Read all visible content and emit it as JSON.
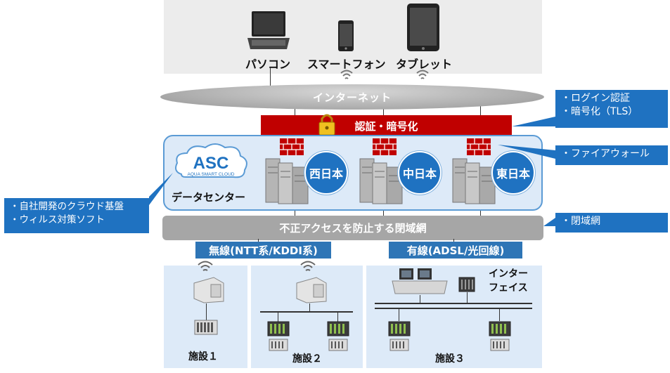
{
  "devices": {
    "pc": "パソコン",
    "smartphone": "スマートフォン",
    "tablet": "タブレット"
  },
  "internet": "インターネット",
  "auth_bar": "認証・暗号化",
  "datacenter": {
    "logo_text": "ASC",
    "logo_sub": "AQUA SMART CLOUD",
    "label": "データセンター",
    "regions": [
      "西日本",
      "中日本",
      "東日本"
    ]
  },
  "closed_network": "不正アクセスを防止する閉域網",
  "wireless_label": "無線(NTT系/KDDI系)",
  "wired_label": "有線(ADSL/光回線)",
  "interface_label": [
    "インター",
    "フェイス"
  ],
  "facilities": [
    "施設１",
    "施設２",
    "施設３"
  ],
  "callouts": {
    "auth": [
      "・ログイン認証",
      "・暗号化（TLS）"
    ],
    "firewall": "・ファイアウォール",
    "closed": "・閉域網",
    "cloud": [
      "・自社開発のクラウド基盤",
      "・ウィルス対策ソフト"
    ]
  },
  "colors": {
    "accent_blue": "#1f72c1",
    "auth_red": "#c00000",
    "dc_fill": "#ddeaf8",
    "network_gray": "#a6a6a6"
  }
}
